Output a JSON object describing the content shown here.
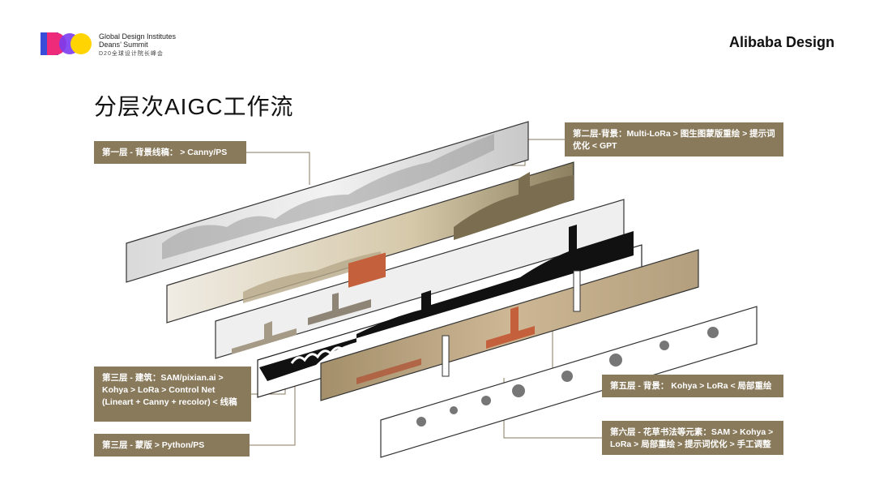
{
  "header": {
    "logo_mark": "D20",
    "logo_line1": "Global Design Institutes",
    "logo_line2": "Deans’ Summit",
    "logo_line3": "D20全球设计院长峰会",
    "brand": "Alibaba Design"
  },
  "title": "分层次AIGC工作流",
  "labels": {
    "layer1": "第一层 - 背景线稿：  > Canny/PS",
    "layer2": "第二层-背景：Multi-LoRa > 图生图蒙版重绘 > 提示词优化 < GPT",
    "layer3_building": "第三层 - 建筑：SAM/pixian.ai > Kohya > LoRa > Control Net (Lineart  + Canny + recolor) < 线稿",
    "layer3_mask": "第三层 - 蒙版  > Python/PS",
    "layer5": "第五层 - 背景： Kohya > LoRa < 局部重绘",
    "layer6": "第六层 - 花草书法等元素：SAM > Kohya > LoRa > 局部重绘 > 提示词优化 > 手工调整"
  },
  "colors": {
    "label_bg": "#8a7a5c",
    "connector": "#8a7a5c",
    "accent_blue": "#3a4dd8",
    "accent_pink": "#ee2a7b",
    "accent_yellow": "#ffd400"
  }
}
